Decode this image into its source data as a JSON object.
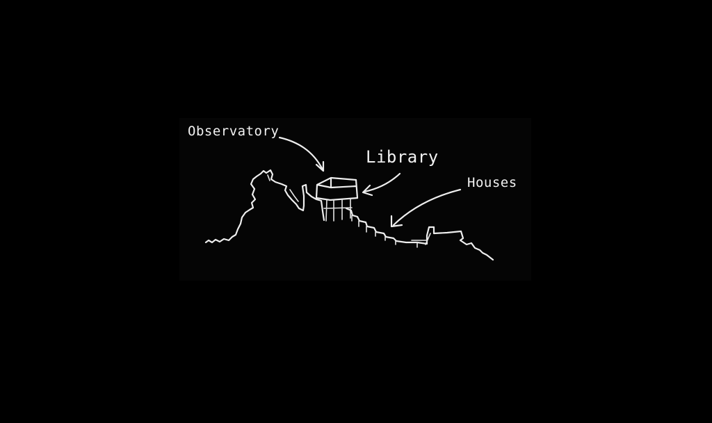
{
  "labels": {
    "observatory": "Observatory",
    "library": "Library",
    "houses": "Houses"
  },
  "colors": {
    "background": "#000000",
    "chalk": "#eeeeee"
  }
}
